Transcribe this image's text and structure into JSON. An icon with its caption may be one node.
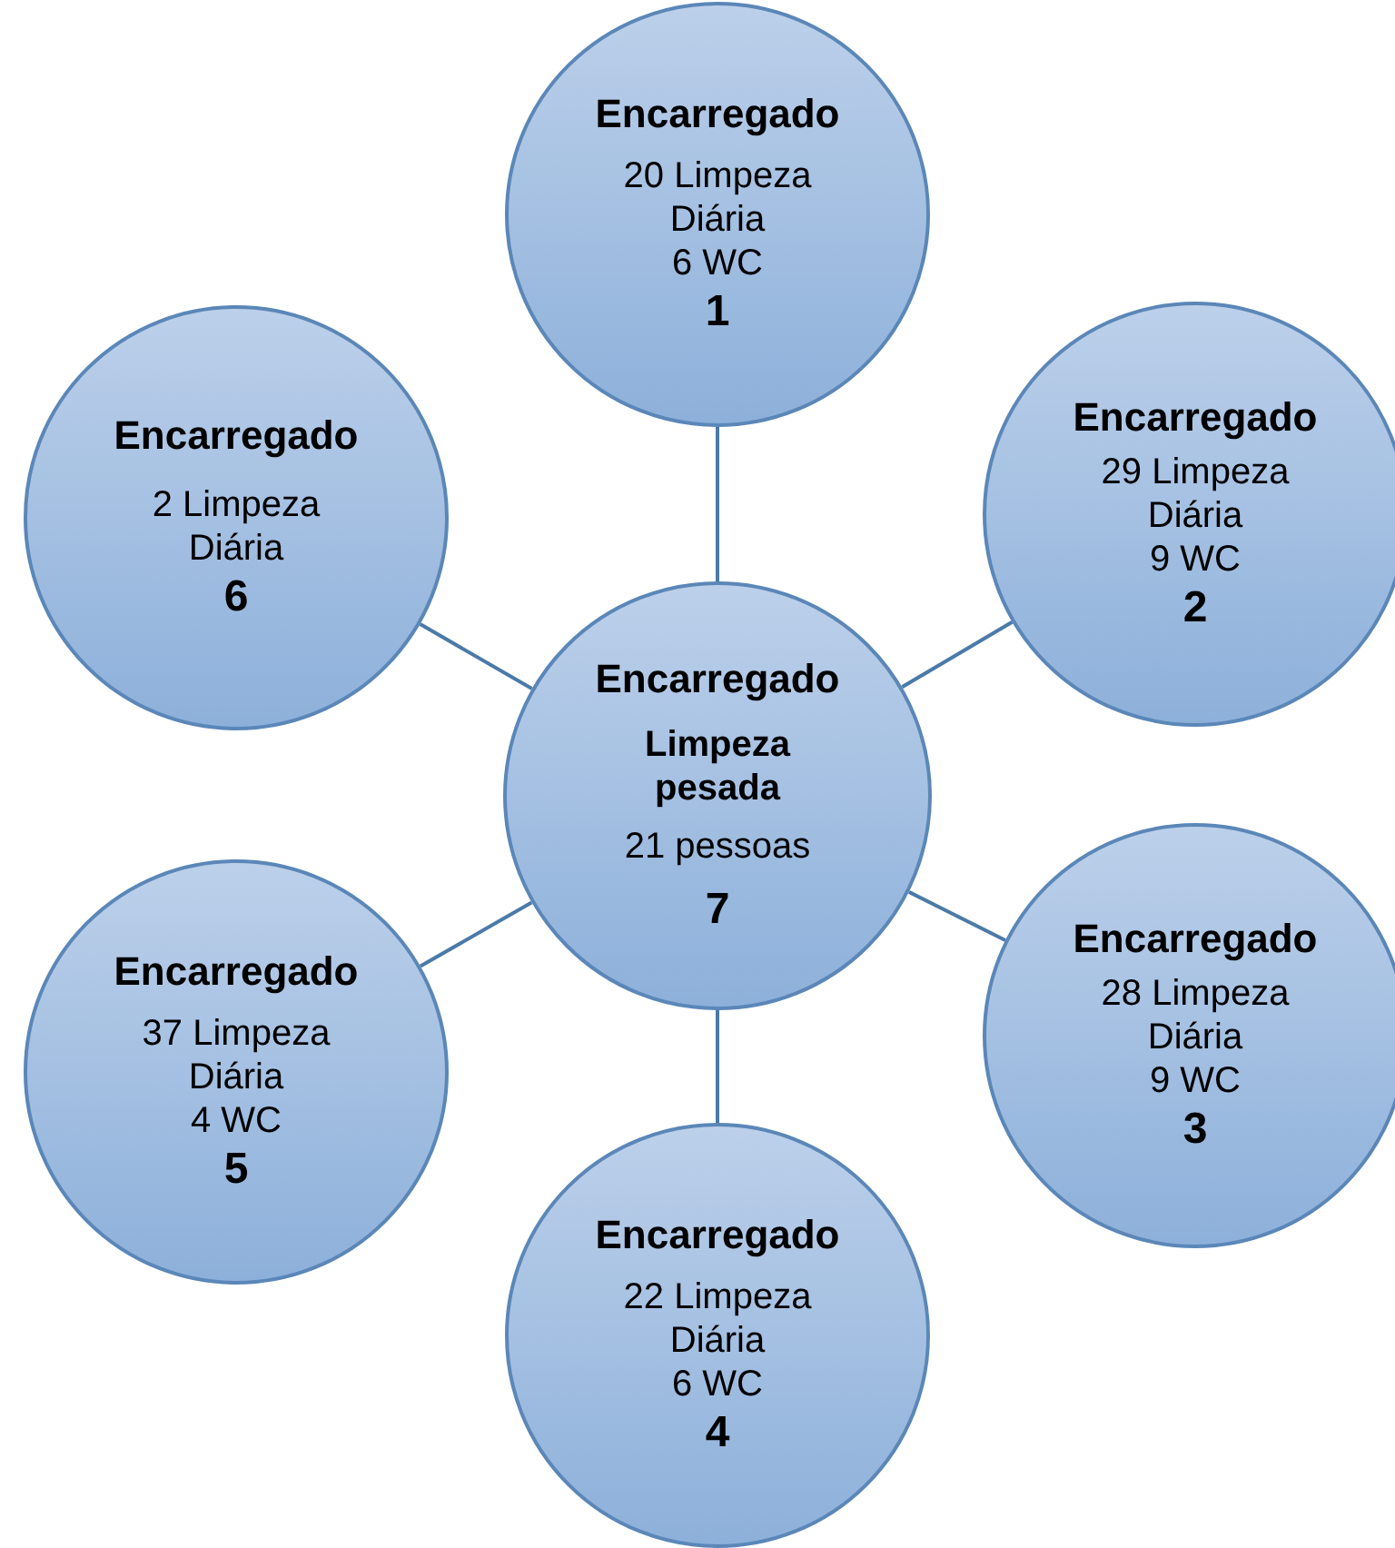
{
  "diagram": {
    "nodes": [
      {
        "text": [
          "Encarregado",
          "20 Limpeza Diária",
          "6 WC",
          "1"
        ]
      },
      {
        "text": [
          "Encarregado",
          "29 Limpeza Diária",
          "9 WC",
          "2"
        ]
      },
      {
        "text": [
          "Encarregado",
          "28 Limpeza Diária",
          "9 WC",
          "3"
        ]
      },
      {
        "text": [
          "Encarregado",
          "22 Limpeza Diária",
          "6 WC",
          "4"
        ]
      },
      {
        "text": [
          "Encarregado",
          "37 Limpeza Diária",
          "4 WC",
          "5"
        ]
      },
      {
        "text": [
          "Encarregado",
          "2 Limpeza Diária",
          "6"
        ]
      },
      {
        "text": [
          "Encarregado",
          "Limpeza pesada",
          "21 pessoas",
          "7"
        ]
      }
    ],
    "edges": [
      {
        "from": 6,
        "to": 0,
        "arrow": "none"
      },
      {
        "from": 6,
        "to": 1,
        "arrow": "none"
      },
      {
        "from": 6,
        "to": 2,
        "arrow": "none"
      },
      {
        "from": 6,
        "to": 3,
        "arrow": "none"
      },
      {
        "from": 6,
        "to": 4,
        "arrow": "none"
      },
      {
        "from": 6,
        "to": 5,
        "arrow": "none"
      }
    ]
  }
}
